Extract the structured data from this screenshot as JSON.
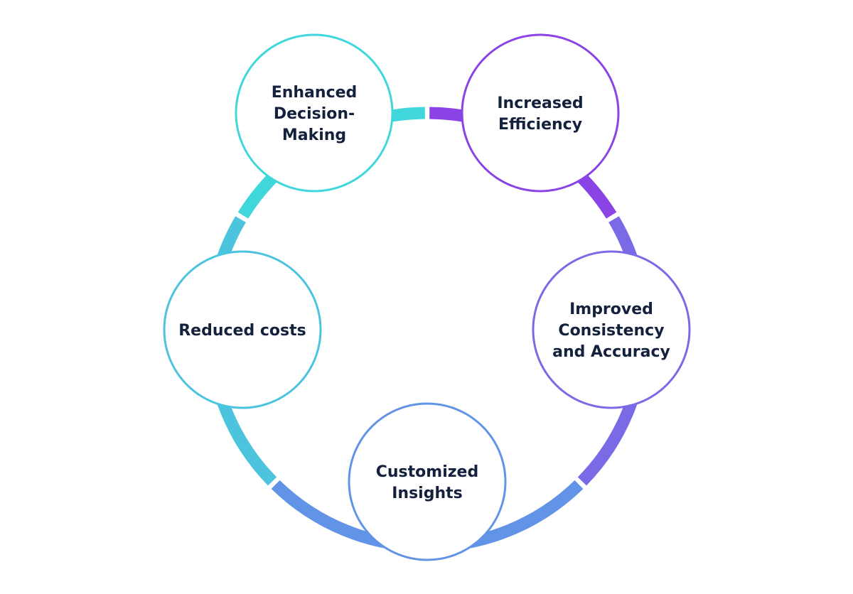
{
  "nodes": [
    {
      "id": "enhanced-decision-making",
      "lines": [
        "Enhanced",
        "Decision-",
        "Making"
      ],
      "color": "#3fd6dc"
    },
    {
      "id": "increased-efficiency",
      "lines": [
        "Increased",
        "Efficiency"
      ],
      "color": "#8a44e6"
    },
    {
      "id": "improved-consistency-accuracy",
      "lines": [
        "Improved",
        "Consistency",
        "and Accuracy"
      ],
      "color": "#7a6ae6"
    },
    {
      "id": "customized-insights",
      "lines": [
        "Customized",
        "Insights"
      ],
      "color": "#6194e6"
    },
    {
      "id": "reduced-costs",
      "lines": [
        "Reduced costs"
      ],
      "color": "#4cc4de"
    }
  ],
  "ring_segments": [
    {
      "from": "enhanced-decision-making",
      "to": "increased-efficiency",
      "colors": [
        "#3fd6dc",
        "#8a44e6"
      ]
    },
    {
      "from": "increased-efficiency",
      "to": "improved-consistency-accuracy",
      "colors": [
        "#8a44e6",
        "#7a6ae6"
      ]
    },
    {
      "from": "improved-consistency-accuracy",
      "to": "customized-insights",
      "colors": [
        "#7a6ae6",
        "#6194e6"
      ]
    },
    {
      "from": "customized-insights",
      "to": "reduced-costs",
      "colors": [
        "#6194e6",
        "#4cc4de"
      ]
    },
    {
      "from": "reduced-costs",
      "to": "enhanced-decision-making",
      "colors": [
        "#4cc4de",
        "#3fd6dc"
      ]
    }
  ],
  "text_color": "#14213d"
}
